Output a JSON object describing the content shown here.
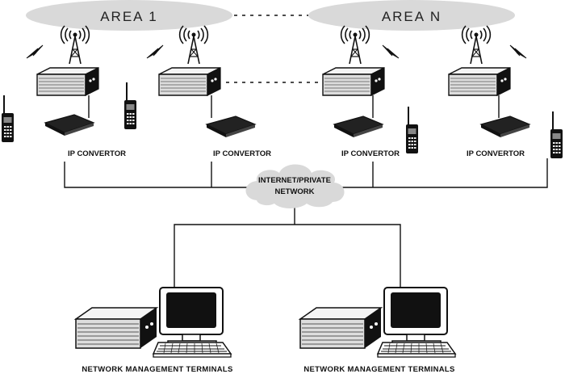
{
  "areas": [
    {
      "label": "AREA 1"
    },
    {
      "label": "AREA N"
    }
  ],
  "converter_label": "IP CONVERTOR",
  "cloud": {
    "line1": "INTERNET/PRIVATE",
    "line2": "NETWORK"
  },
  "terminal_label": "NETWORK MANAGEMENT TERMINALS",
  "icons": [
    "antenna-tower-icon",
    "lightning-icon",
    "repeater-icon",
    "ip-converter-icon",
    "handheld-radio-icon",
    "cloud-icon",
    "computer-monitor-icon",
    "keyboard-icon"
  ]
}
